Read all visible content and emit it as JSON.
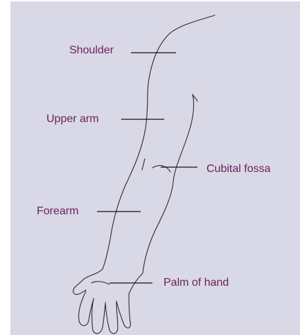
{
  "colors": {
    "background": "#d9d8e6",
    "label_text": "#6b1f5a",
    "outline": "#2a2a2a",
    "leader_line": "#111111"
  },
  "labels": {
    "shoulder": "Shoulder",
    "upper_arm": "Upper arm",
    "cubital_fossa": "Cubital fossa",
    "forearm": "Forearm",
    "palm_of_hand": "Palm of hand"
  }
}
